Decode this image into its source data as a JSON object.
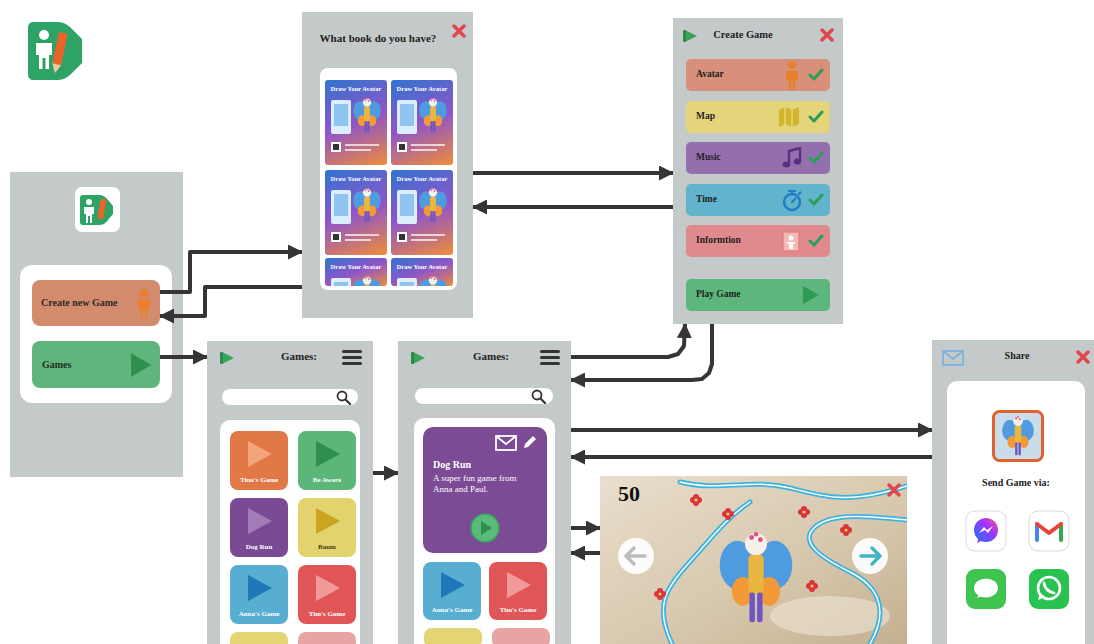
{
  "diagram": {
    "nodes": [
      {
        "text": [
          "Create new Game"
        ]
      },
      {
        "text": [
          "Games"
        ]
      },
      {
        "text": [
          "What book do you have?"
        ]
      },
      {
        "text": [
          "Draw Your Avatar"
        ],
        "in": 2
      },
      {
        "text": [
          "Draw Your Avatar"
        ],
        "in": 2
      },
      {
        "text": [
          "Draw Your Avatar"
        ],
        "in": 2
      },
      {
        "text": [
          "Draw Your Avatar"
        ],
        "in": 2
      },
      {
        "text": [
          "Draw Your Avatar"
        ],
        "in": 2
      },
      {
        "text": [
          "Draw Your Avatar"
        ],
        "in": 2
      },
      {
        "text": [
          "Create Game"
        ]
      },
      {
        "text": [
          "Avatar"
        ],
        "in": 9
      },
      {
        "text": [
          "Map"
        ],
        "in": 9
      },
      {
        "text": [
          "Music"
        ],
        "in": 9
      },
      {
        "text": [
          "Time"
        ],
        "in": 9
      },
      {
        "text": [
          "Informtion"
        ],
        "in": 9
      },
      {
        "text": [
          "Play Game"
        ],
        "in": 9
      },
      {
        "text": [
          "Games:"
        ]
      },
      {
        "text": [
          "Tina's Game"
        ],
        "in": 16
      },
      {
        "text": [
          "Be Aware"
        ],
        "in": 16
      },
      {
        "text": [
          "Dog Run"
        ],
        "in": 16
      },
      {
        "text": [
          "Baum"
        ],
        "in": 16
      },
      {
        "text": [
          "Anna's Game"
        ],
        "in": 16
      },
      {
        "text": [
          "Tim's Game"
        ],
        "in": 16
      },
      {
        "text": [
          "Games:"
        ]
      },
      {
        "text": [
          "Dog Run",
          "A super fun game from Anna and Paul."
        ],
        "in": 23
      },
      {
        "text": [
          "Anna's Game"
        ],
        "in": 23
      },
      {
        "text": [
          "Tim's Game"
        ],
        "in": 23
      },
      {
        "text": [
          "50"
        ]
      },
      {
        "text": [
          "Share",
          "Send Game via:"
        ]
      }
    ],
    "edges": [
      {
        "from": 0,
        "to": 2,
        "arrow": "to"
      },
      {
        "from": 2,
        "to": 0,
        "arrow": "to"
      },
      {
        "from": 1,
        "to": 16,
        "arrow": "to"
      },
      {
        "from": 2,
        "to": 9,
        "arrow": "to"
      },
      {
        "from": 9,
        "to": 2,
        "arrow": "to"
      },
      {
        "from": 16,
        "to": 23,
        "arrow": "to"
      },
      {
        "from": 23,
        "to": 9,
        "arrow": "to"
      },
      {
        "from": 9,
        "to": 23,
        "arrow": "to"
      },
      {
        "from": 23,
        "to": 28,
        "arrow": "to"
      },
      {
        "from": 28,
        "to": 23,
        "arrow": "to"
      },
      {
        "from": 23,
        "to": 27,
        "arrow": "to"
      },
      {
        "from": 27,
        "to": 23,
        "arrow": "to"
      }
    ]
  }
}
